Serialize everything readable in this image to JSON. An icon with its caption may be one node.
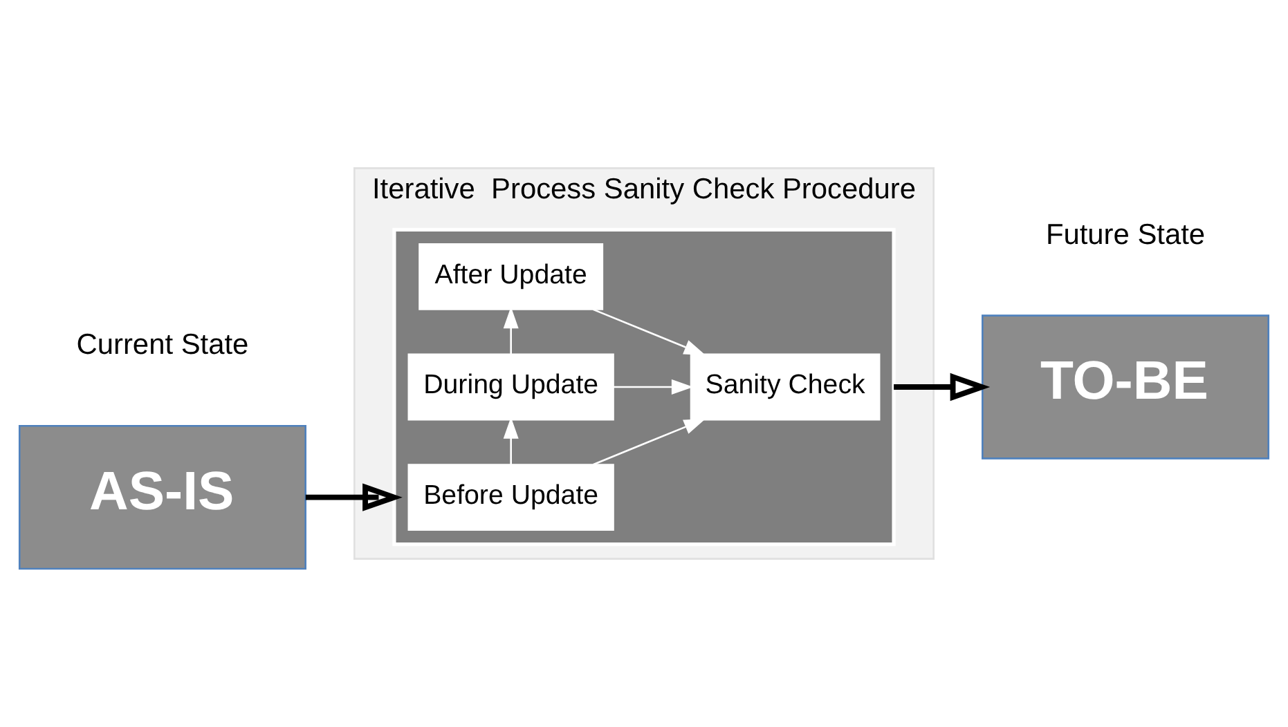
{
  "diagram": {
    "nodes": [
      {
        "text": [
          "Iterative  Process Sanity Check Procedure"
        ]
      },
      {
        "text": [],
        "shape": "box",
        "in": 0
      },
      {
        "text": [
          "Before Update"
        ],
        "in": 1
      },
      {
        "text": [
          "During Update"
        ],
        "in": 1
      },
      {
        "text": [
          "After Update"
        ],
        "in": 1
      },
      {
        "text": [
          "Sanity Check"
        ],
        "in": 1
      },
      {
        "text": [
          "AS-IS"
        ]
      },
      {
        "text": [
          "TO-BE"
        ]
      }
    ],
    "edges": [
      {
        "from": 2,
        "to": 3,
        "arrow": "to"
      },
      {
        "from": 3,
        "to": 4,
        "arrow": "to"
      },
      {
        "from": 2,
        "to": 5,
        "arrow": "to"
      },
      {
        "from": 3,
        "to": 5,
        "arrow": "to"
      },
      {
        "from": 4,
        "to": 5,
        "arrow": "to"
      },
      {
        "from": 6,
        "to": 1,
        "arrow": "to",
        "style": "thick",
        "color": "#000000"
      },
      {
        "from": 1,
        "to": 7,
        "arrow": "to",
        "style": "thick",
        "color": "#000000"
      }
    ],
    "labels": [
      "Current State",
      "Future State"
    ]
  }
}
